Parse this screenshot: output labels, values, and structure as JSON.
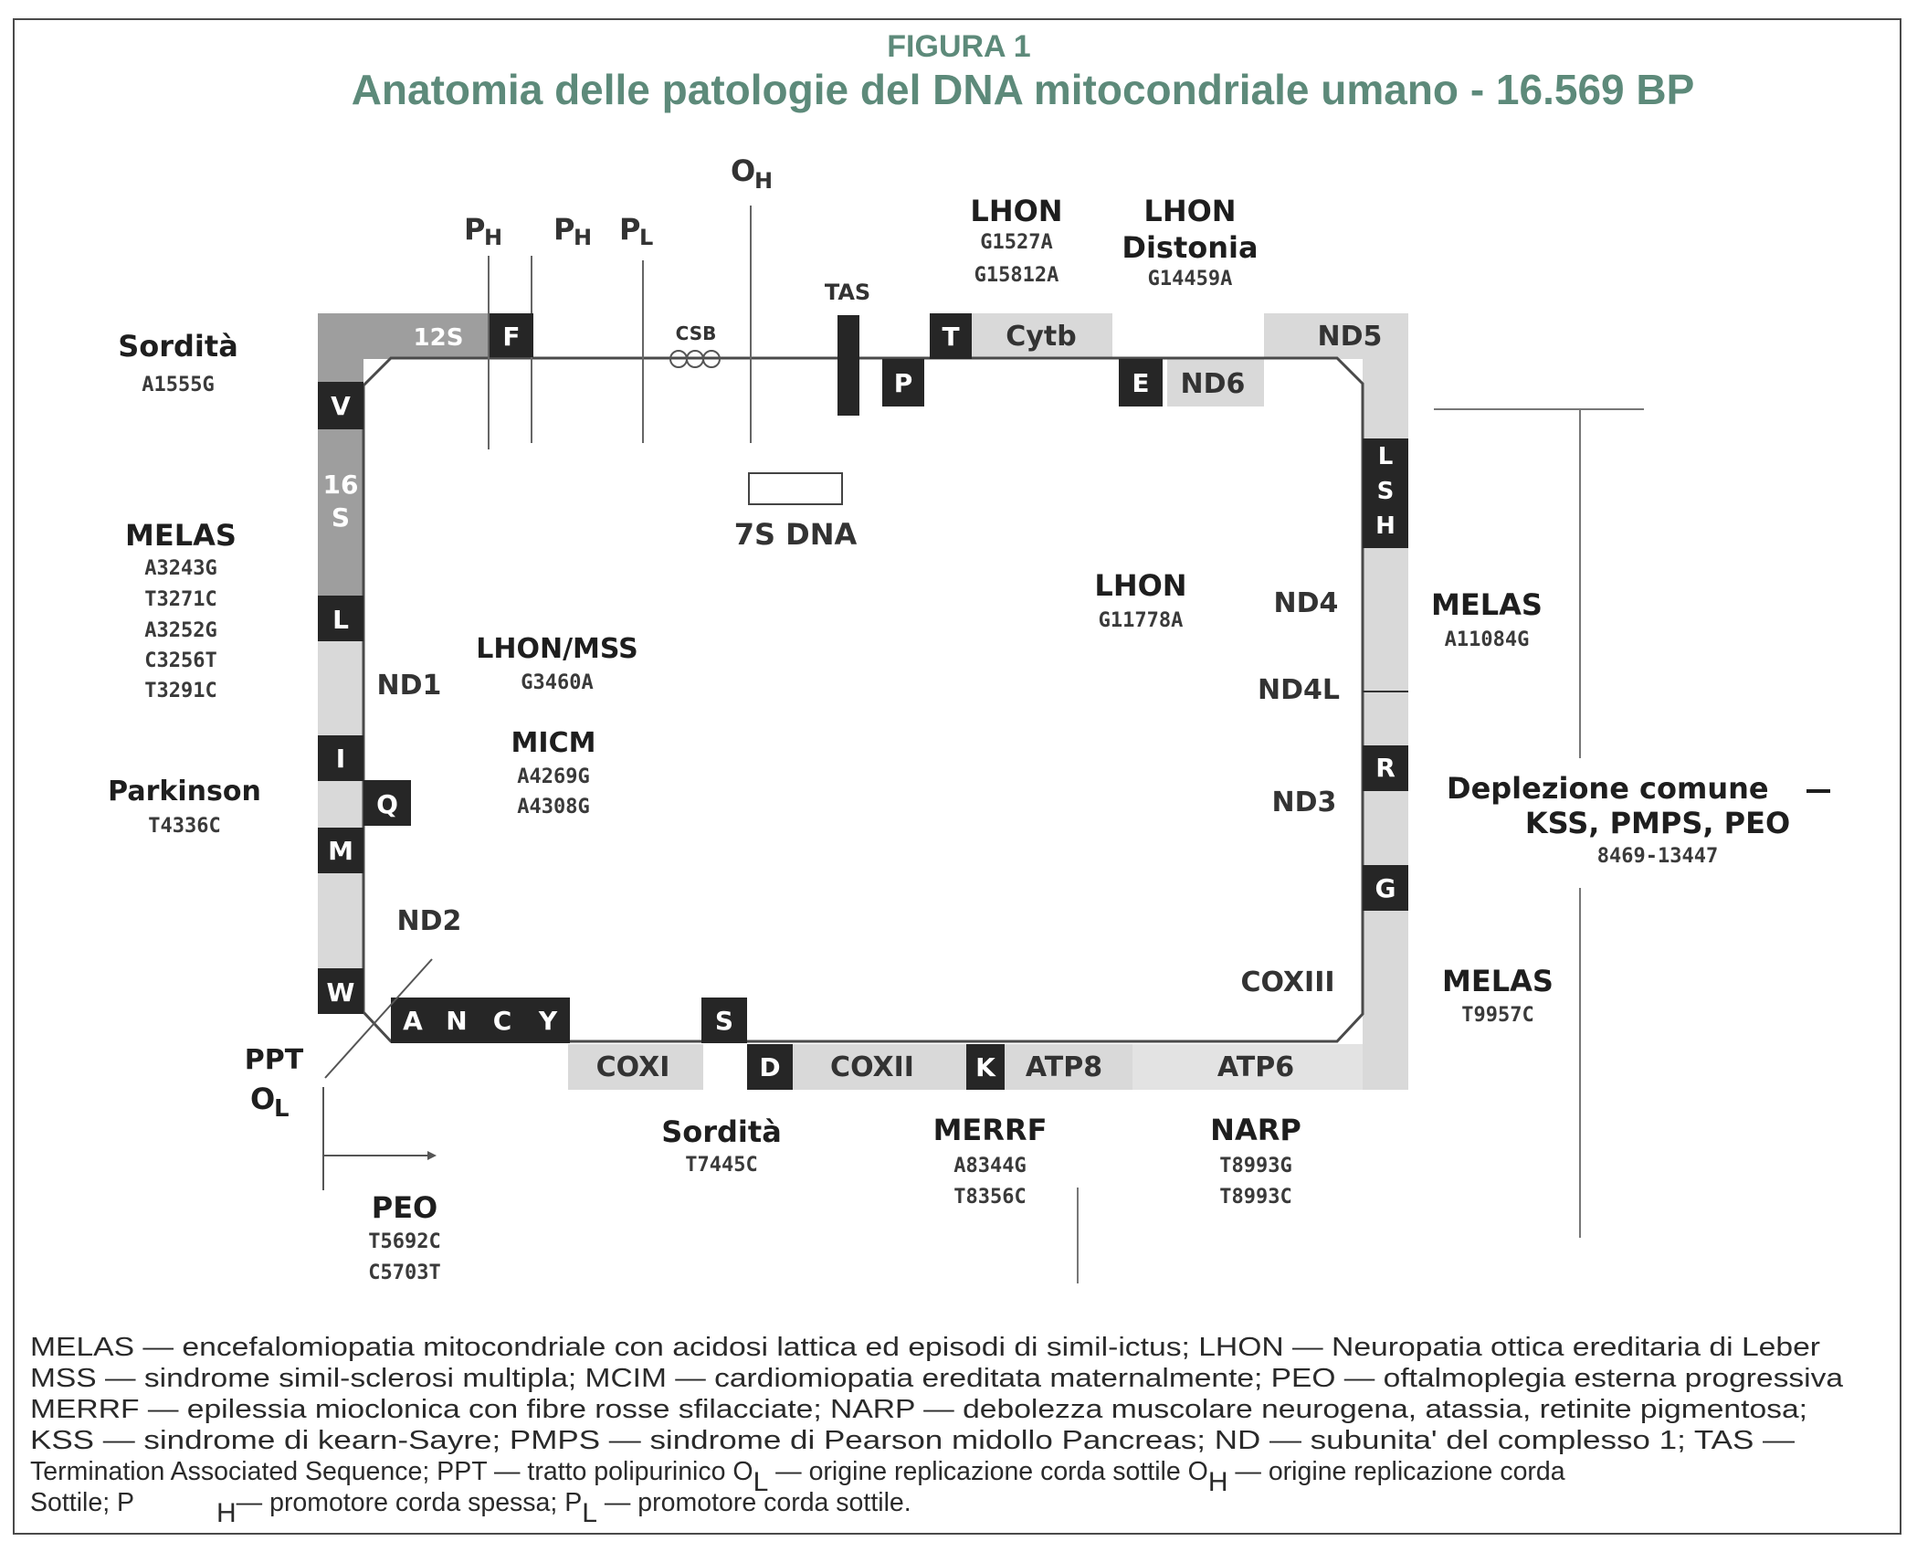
{
  "header": {
    "figure_label": "FIGURA 1",
    "title": "Anatomia delle patologie del DNA mitocondriale umano - 16.569 BP"
  },
  "genes": {
    "s12": "12S",
    "s16a": "16",
    "s16b": "S",
    "F": "F",
    "V": "V",
    "L": "L",
    "I": "I",
    "Q": "Q",
    "M": "M",
    "W": "W",
    "A": "A",
    "N": "N",
    "C": "C",
    "Y": "Y",
    "S": "S",
    "D": "D",
    "K": "K",
    "G": "G",
    "R": "R",
    "LSH_L": "L",
    "LSH_S": "S",
    "LSH_H": "H",
    "T": "T",
    "P": "P",
    "E": "E",
    "ND1": "ND1",
    "ND2": "ND2",
    "ND3": "ND3",
    "ND4": "ND4",
    "ND4L": "ND4L",
    "ND5": "ND5",
    "ND6": "ND6",
    "COXI": "COXI",
    "COXII": "COXII",
    "COXIII": "COXIII",
    "ATP8": "ATP8",
    "ATP6": "ATP6",
    "Cytb": "Cytb",
    "CSB": "CSB",
    "TAS": "TAS",
    "seven_s": "7S DNA"
  },
  "markers": {
    "P": "P",
    "H": "H",
    "L": "L",
    "O": "O",
    "ppt": "PPT",
    "ol_O": "O",
    "ol_L": "L"
  },
  "diseases": {
    "sordita_top": {
      "name": "Sordità",
      "mutations": [
        "A1555G"
      ]
    },
    "melas_left": {
      "name": "MELAS",
      "mutations": [
        "A3243G",
        "T3271C",
        "A3252G",
        "C3256T",
        "T3291C"
      ]
    },
    "parkinson": {
      "name": "Parkinson",
      "mutations": [
        "T4336C"
      ]
    },
    "lhon_mss": {
      "name": "LHON/MSS",
      "mutations": [
        "G3460A"
      ]
    },
    "micm": {
      "name": "MICM",
      "mutations": [
        "A4269G",
        "A4308G"
      ]
    },
    "lhon_top": {
      "name": "LHON",
      "mutations": [
        "G1527A",
        "G15812A"
      ]
    },
    "lhon_distonia": {
      "name": "LHON",
      "name2": "Distonia",
      "mutations": [
        "G14459A"
      ]
    },
    "lhon_center": {
      "name": "LHON",
      "mutations": [
        "G11778A"
      ]
    },
    "melas_right": {
      "name": "MELAS",
      "mutations": [
        "A11084G"
      ]
    },
    "deplezione": {
      "line1": "Deplezione comune",
      "line2": "KSS, PMPS, PEO",
      "range": "8469-13447"
    },
    "melas_right2": {
      "name": "MELAS",
      "mutations": [
        "T9957C"
      ]
    },
    "sordita_bottom": {
      "name": "Sordità",
      "mutations": [
        "T7445C"
      ]
    },
    "merrf": {
      "name": "MERRF",
      "mutations": [
        "A8344G",
        "T8356C"
      ]
    },
    "narp": {
      "name": "NARP",
      "mutations": [
        "T8993G",
        "T8993C"
      ]
    },
    "peo": {
      "name": "PEO",
      "mutations": [
        "T5692C",
        "C5703T"
      ]
    }
  },
  "legend": {
    "line1": "MELAS — encefalomiopatia mitocondriale con acidosi lattica ed episodi di simil-ictus; LHON — Neuropatia ottica ereditaria di Leber",
    "line2": "MSS — sindrome simil-sclerosi multipla; MCIM — cardiomiopatia ereditata maternalmente; PEO — oftalmoplegia esterna progressiva",
    "line3": "MERRF — epilessia mioclonica con fibre rosse sfilacciate; NARP — debolezza muscolare neurogena, atassia, retinite pigmentosa;",
    "line4": "KSS — sindrome di kearn-Sayre; PMPS — sindrome di Pearson midollo Pancreas; ND — subunita' del complesso 1; TAS —",
    "line5a": "Termination Associated Sequence; PPT — tratto polipurinico O",
    "line5_sub1": "L",
    "line5b": " — origine replicazione corda sottile O",
    "line5_sub2": "H",
    "line5c": " — origine replicazione corda",
    "line6a": "Sottile; P",
    "line6_sub1": "H",
    "line6b": "— promotore corda spessa; P",
    "line6_sub2": "L",
    "line6c": " — promotore corda sottile."
  },
  "colors": {
    "title": "#5d8a7a",
    "rrna": "#9e9e9e",
    "coding": "#d9d9d9",
    "trna": "#262626",
    "line": "#4a4a4a"
  }
}
